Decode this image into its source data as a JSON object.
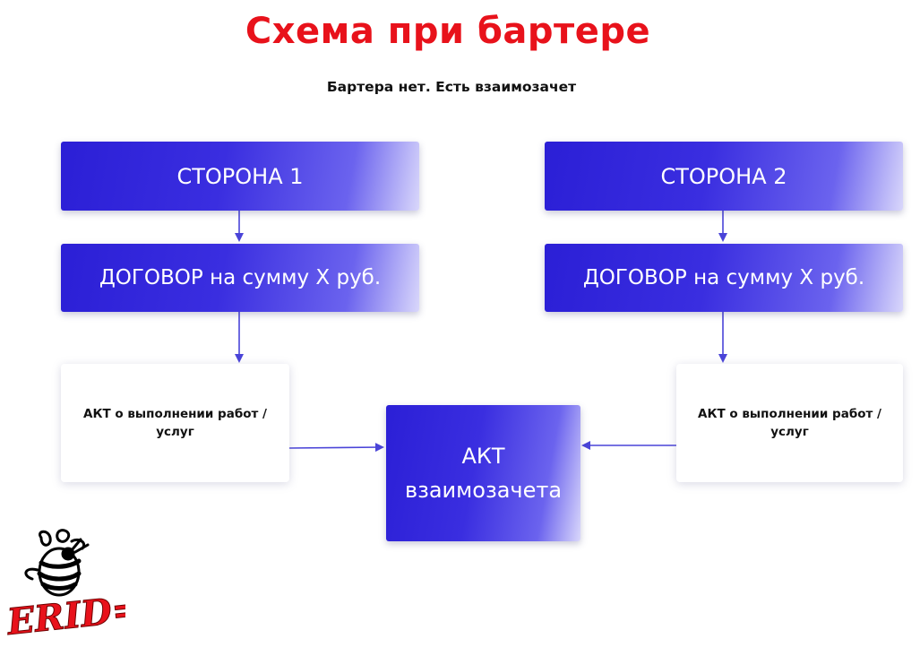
{
  "header": {
    "title": "Схема при бартере",
    "subtitle": "Бартера нет. Есть взаимозачет"
  },
  "left": {
    "party": "СТОРОНА 1",
    "contract": "ДОГОВОР на сумму Х руб.",
    "act": "АКТ о выполнении работ / услуг"
  },
  "right": {
    "party": "СТОРОНА 2",
    "contract": "ДОГОВОР на сумму Х руб.",
    "act": "АКТ о выполнении работ / услуг"
  },
  "center": {
    "act_line1": "АКТ",
    "act_line2": "взаимозачета"
  },
  "logo": {
    "text": "ERID=?",
    "icon": "bee-icon"
  },
  "colors": {
    "title": "#e8121b",
    "box_blue": "#2b1fd6",
    "arrow": "#4a44d8",
    "logo": "#e8121b"
  }
}
